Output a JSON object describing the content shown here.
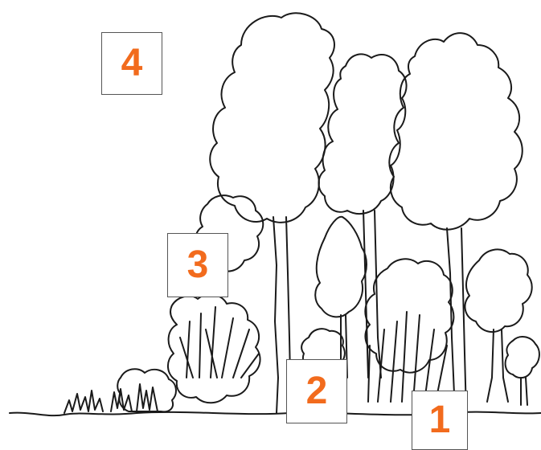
{
  "colors": {
    "line": "#1a1a1a",
    "label_text": "#f26b1d",
    "label_border": "#555555",
    "background": "#ffffff"
  },
  "labels": {
    "layer_1": "1",
    "layer_2": "2",
    "layer_3": "3",
    "layer_4": "4"
  }
}
